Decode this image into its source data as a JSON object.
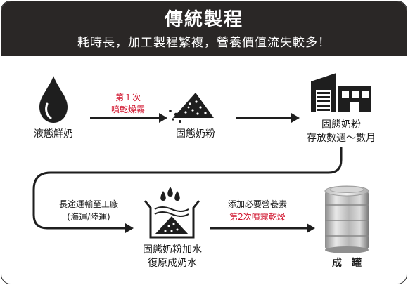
{
  "header": {
    "title": "傳統製程",
    "subtitle": "耗時長，加工製程繁複，營養價值流失較多！"
  },
  "steps": {
    "liquid_milk": "液態鮮奶",
    "solid_powder": "固態奶粉",
    "storage_1": "固態奶粉",
    "storage_2": "存放數週～數月",
    "rehydrate_1": "固態奶粉加水",
    "rehydrate_2": "復原成奶水",
    "canned": "成　罐"
  },
  "arrows": {
    "spray_1_line1": "第１次",
    "spray_1_line2": "噴乾燥霧",
    "transport_line1": "長途運輸至工廠",
    "transport_line2": "(海運/陸運)",
    "nutrients_line1": "添加必要營養素",
    "nutrients_line2": "第2次噴霧乾燥"
  },
  "colors": {
    "header_bg": "#2a2726",
    "accent_red": "#d0112b",
    "icon_dark": "#1e1e1e"
  },
  "icons": [
    "milk-drop-icon",
    "powder-pile-icon",
    "factory-icon",
    "powder-bowl-icon",
    "milk-can-icon"
  ]
}
